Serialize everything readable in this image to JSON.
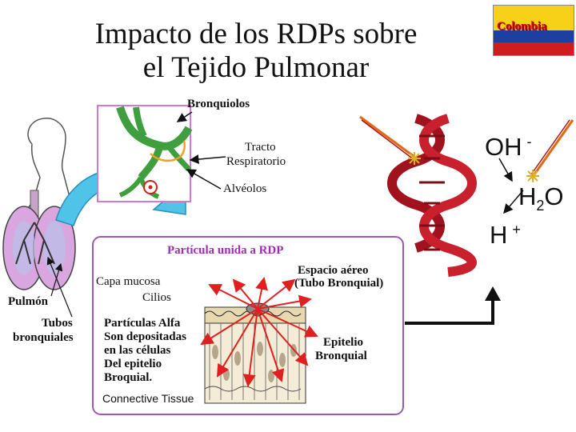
{
  "title_line1": "Impacto de los RDPs sobre",
  "title_line2": "el Tejido Pulmonar",
  "flag_text": "Colombia",
  "labels": {
    "bronquiolos": "Bronquiolos",
    "tracto": "Tracto",
    "respiratorio": "Respiratorio",
    "alveolos": "Alvéolos",
    "pulmon": "Pulmón",
    "tubos": "Tubos",
    "bronquiales": "bronquiales",
    "particula": "Partícula unida a RDP",
    "espacio1": "Espacio aéreo",
    "espacio2": "(Tubo Bronquial)",
    "capa": "Capa mucosa",
    "cilios": "Cilios",
    "alfa1": "Partículas Alfa",
    "alfa2": "Son depositadas",
    "alfa3": "en las células",
    "alfa4": "Del epitelio",
    "alfa5": "Broquial.",
    "connective": "Connective Tissue",
    "epitelio1": "Epitelio",
    "epitelio2": "Bronquial"
  },
  "chem": {
    "oh": "OH",
    "oh_charge": "-",
    "h2o_h": "H",
    "h2o_sub": "2",
    "h2o_o": "O",
    "hplus_h": "H",
    "hplus_charge": "+"
  },
  "colors": {
    "purple_frame": "#9b59b6",
    "dna_red": "#a0131e",
    "airway_green": "#3f9f3f",
    "cyan_arrow": "#4fc3e8",
    "particle_red": "#e02020"
  }
}
